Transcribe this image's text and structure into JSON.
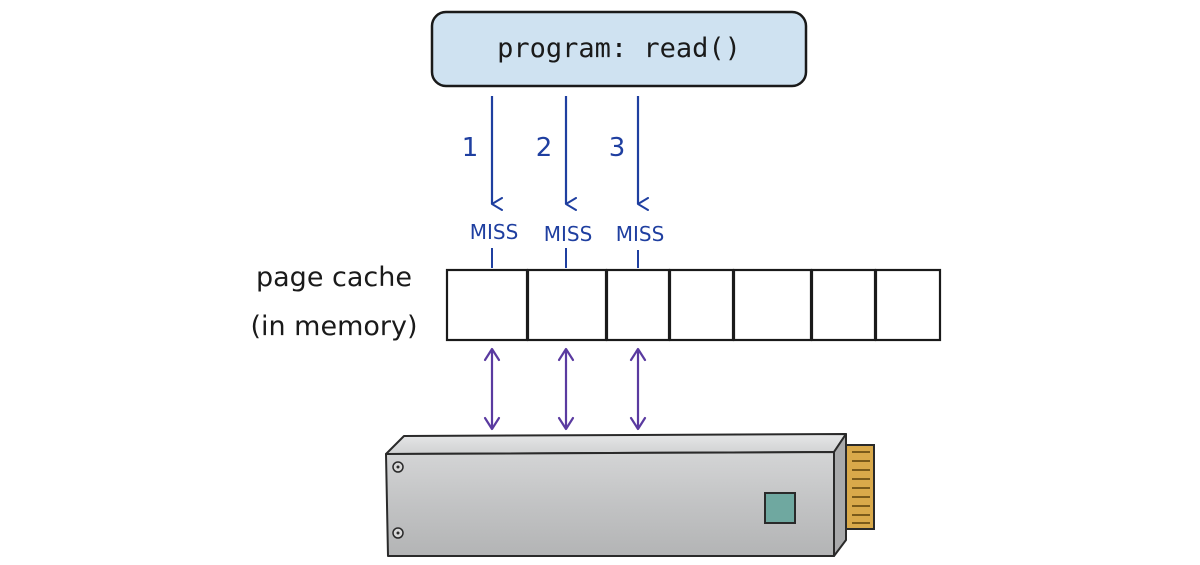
{
  "program": {
    "label": "program: read()"
  },
  "requests": [
    {
      "number": "1",
      "status": "MISS"
    },
    {
      "number": "2",
      "status": "MISS"
    },
    {
      "number": "3",
      "status": "MISS"
    }
  ],
  "page_cache": {
    "label_line1": "page cache",
    "label_line2": "(in memory)",
    "page_count": 7
  },
  "device": {
    "icon": "ssd-drive-icon"
  },
  "colors": {
    "request_arrow": "#1f3fa0",
    "io_arrow": "#5a3aa0",
    "program_box_fill": "#cfe2f1",
    "ink": "#1a1a1a",
    "device_body": "#c9cacb",
    "device_top": "#dedfe0",
    "device_connector": "#d9a94a",
    "device_chip": "#6fa8a0"
  }
}
